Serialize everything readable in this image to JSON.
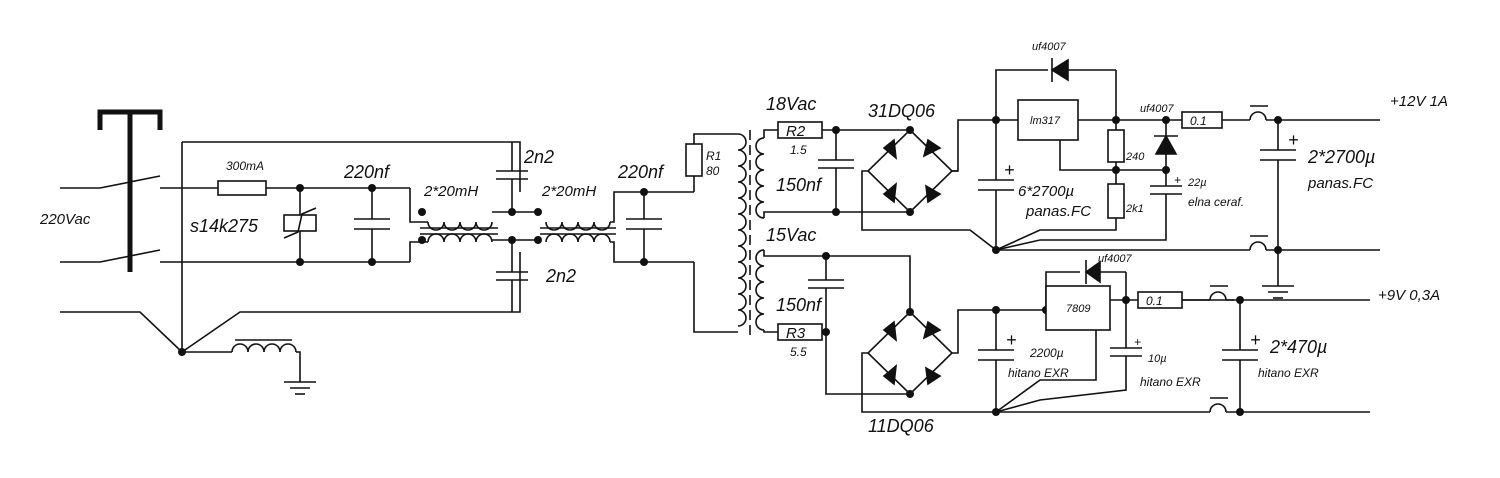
{
  "labels": {
    "mains_input": "220Vac",
    "fuse": "300mA",
    "varistor": "s14k275",
    "cap_x1": "220nf",
    "choke_1": "2*20mH",
    "cap_y_top": "2n2",
    "cap_y_bottom": "2n2",
    "choke_2": "2*20mH",
    "cap_x2": "220nf",
    "resistor_r1_name": "R1",
    "resistor_r1_value": "80",
    "secondary_1_voltage": "18Vac",
    "secondary_2_voltage": "15Vac",
    "resistor_r2_name": "R2",
    "resistor_r2_value": "1.5",
    "resistor_r3_name": "R3",
    "resistor_r3_value": "5.5",
    "snubber_cap_1": "150nf",
    "snubber_cap_2": "150nf",
    "bridge_1": "31DQ06",
    "bridge_2": "11DQ06",
    "regulator_1": "lm317",
    "regulator_2": "7809",
    "diode_top_1": "uf4007",
    "diode_top_2": "uf4007",
    "diode_reg_2": "uf4007",
    "filter_cap_1_value": "6*2700µ",
    "filter_cap_1_type": "panas.FC",
    "resistor_240": "240",
    "resistor_2k1": "2k1",
    "cap_adj_value": "22µ",
    "cap_adj_type": "elna ceraf.",
    "shunt_1": "0.1",
    "output_cap_1_value": "2*2700µ",
    "output_cap_1_type": "panas.FC",
    "output_1": "+12V 1A",
    "filter_cap_2_value": "2200µ",
    "filter_cap_2_type": "hitano EXR",
    "cap_reg2_value": "10µ",
    "cap_reg2_type": "hitano EXR",
    "shunt_2": "0.1",
    "output_cap_2_value": "2*470µ",
    "output_cap_2_type": "hitano EXR",
    "output_2": "+9V 0,3A",
    "plus_sign": "+"
  }
}
